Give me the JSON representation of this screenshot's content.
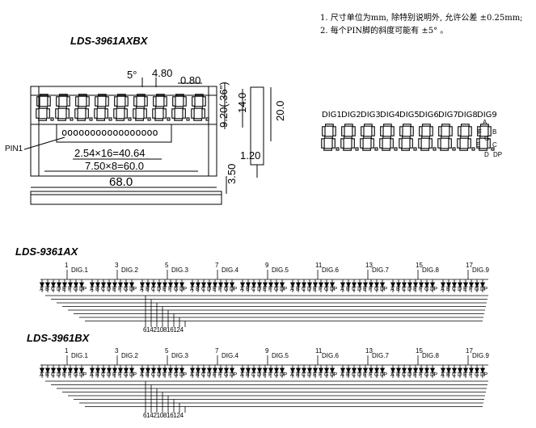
{
  "notes": {
    "line1": "1. 尺寸单位为mm, 除特别说明外, 允许公差 ±0.25mm;",
    "line2": "2. 每个PIN脚的斜度可能有 ±5° 。"
  },
  "drawing": {
    "title": "LDS-3961AXBX",
    "angle": "5°",
    "pitch": "4.80",
    "seg_width": "0.80",
    "height_inch": "9.20(.36\")",
    "digit_height": "14.0",
    "body_height": "20.0",
    "pin_pitch_dim": "2.54×16=40.64",
    "digit_pitch_dim": "7.50×8=60.0",
    "total_width": "68.0",
    "pin_offset": "1.20",
    "thickness": "3.50",
    "pin1_label": "PIN1",
    "pins_row": "ooooooooooooooooo"
  },
  "digit_labels": [
    "DIG1",
    "DIG2",
    "DIG3",
    "DIG4",
    "DIG5",
    "DIG6",
    "DIG7",
    "DIG8",
    "DIG9"
  ],
  "segment_labels": {
    "a": "A",
    "b": "B",
    "c": "C",
    "d": "D",
    "e": "E",
    "f": "F",
    "g": "G",
    "dp": "DP"
  },
  "circuits": [
    {
      "title": "LDS-9361AX",
      "digit_names": [
        "DIG.1",
        "DIG.2",
        "DIG.3",
        "DIG.4",
        "DIG.5",
        "DIG.6",
        "DIG.7",
        "DIG.8",
        "DIG.9"
      ],
      "digit_pins": [
        "1",
        "3",
        "5",
        "7",
        "9",
        "11",
        "13",
        "15",
        "17"
      ],
      "segment_row": [
        "A",
        "B",
        "C",
        "D",
        "E",
        "F",
        "G",
        "DP"
      ],
      "bottom_pins": "614210816124"
    },
    {
      "title": "LDS-3961BX",
      "digit_names": [
        "DIG.1",
        "DIG.2",
        "DIG.3",
        "DIG.4",
        "DIG.5",
        "DIG.6",
        "DIG.7",
        "DIG.8",
        "DIG.9"
      ],
      "digit_pins": [
        "1",
        "3",
        "5",
        "7",
        "9",
        "11",
        "13",
        "15",
        "17"
      ],
      "segment_row": [
        "A",
        "B",
        "C",
        "D",
        "E",
        "F",
        "G",
        "DP"
      ],
      "bottom_pins": "614210816124"
    }
  ]
}
